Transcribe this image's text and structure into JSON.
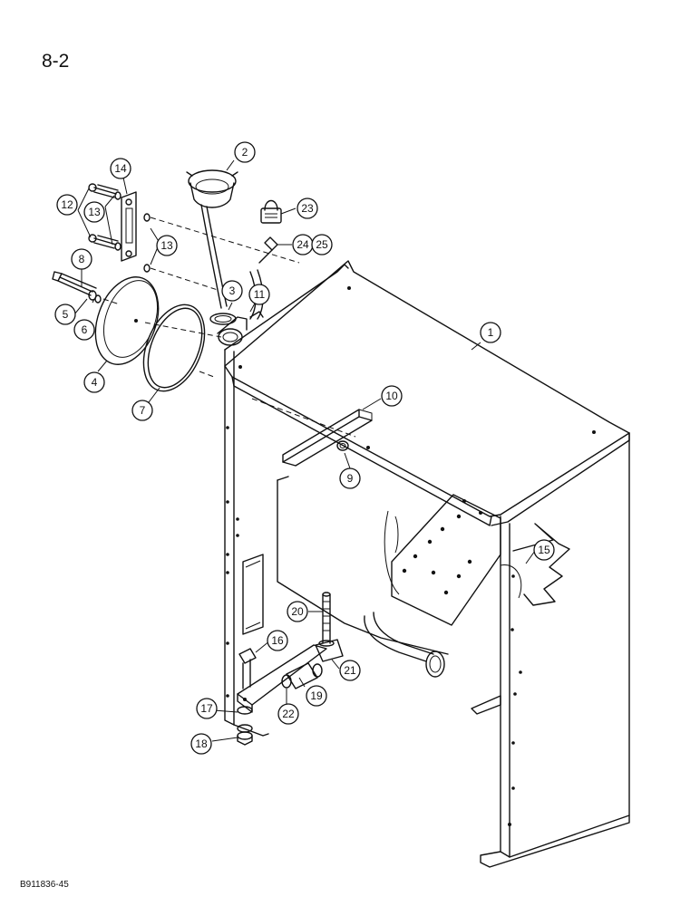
{
  "page_number": "8-2",
  "document_code": "B911836-45",
  "callouts": [
    {
      "id": "c1",
      "label": "1"
    },
    {
      "id": "c2",
      "label": "2"
    },
    {
      "id": "c3",
      "label": "3"
    },
    {
      "id": "c4",
      "label": "4"
    },
    {
      "id": "c5",
      "label": "5"
    },
    {
      "id": "c6",
      "label": "6"
    },
    {
      "id": "c7",
      "label": "7"
    },
    {
      "id": "c8",
      "label": "8"
    },
    {
      "id": "c9",
      "label": "9"
    },
    {
      "id": "c10",
      "label": "10"
    },
    {
      "id": "c11",
      "label": "11"
    },
    {
      "id": "c12",
      "label": "12"
    },
    {
      "id": "c13a",
      "label": "13"
    },
    {
      "id": "c13b",
      "label": "13"
    },
    {
      "id": "c14",
      "label": "14"
    },
    {
      "id": "c15",
      "label": "15"
    },
    {
      "id": "c16",
      "label": "16"
    },
    {
      "id": "c17",
      "label": "17"
    },
    {
      "id": "c18",
      "label": "18"
    },
    {
      "id": "c19",
      "label": "19"
    },
    {
      "id": "c20",
      "label": "20"
    },
    {
      "id": "c21",
      "label": "21"
    },
    {
      "id": "c22",
      "label": "22"
    },
    {
      "id": "c23",
      "label": "23"
    },
    {
      "id": "c24",
      "label": "24"
    },
    {
      "id": "c25",
      "label": "25"
    }
  ]
}
